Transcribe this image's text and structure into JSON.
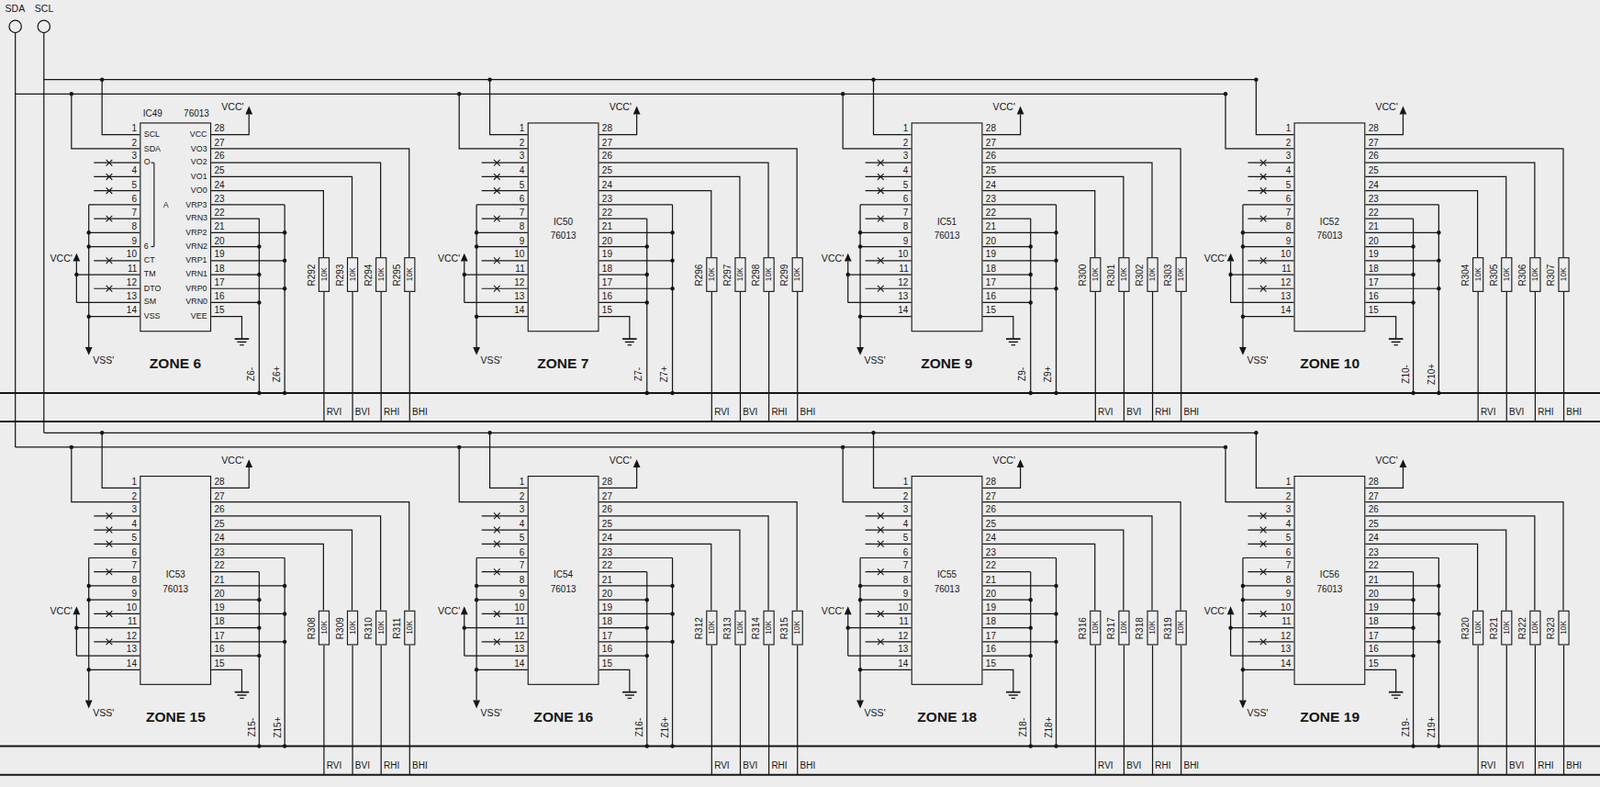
{
  "diagram": {
    "nodes": [
      {
        "text": [
          "IC49",
          "76013",
          "SCL",
          "SDA",
          "O",
          "A",
          "6",
          "CT",
          "TM",
          "DTO",
          "SM",
          "VSS",
          "VCC",
          "VO3",
          "VO2",
          "VO1",
          "VO0",
          "VRP3",
          "VRN3",
          "VRP2",
          "VRN2",
          "VRP1",
          "VRN1",
          "VRP0",
          "VRN0",
          "VEE"
        ]
      },
      {
        "text": [
          "R292",
          "10K"
        ]
      },
      {
        "text": [
          "R293",
          "10K"
        ]
      },
      {
        "text": [
          "R294",
          "10K"
        ]
      },
      {
        "text": [
          "R295",
          "10K"
        ]
      },
      {
        "text": [
          "IC50",
          "76013"
        ]
      },
      {
        "text": [
          "R296",
          "10K"
        ]
      },
      {
        "text": [
          "R297",
          "10K"
        ]
      },
      {
        "text": [
          "R298",
          "10K"
        ]
      },
      {
        "text": [
          "R299",
          "10K"
        ]
      },
      {
        "text": [
          "IC51",
          "76013"
        ]
      },
      {
        "text": [
          "R300",
          "10K"
        ]
      },
      {
        "text": [
          "R301",
          "10K"
        ]
      },
      {
        "text": [
          "R302",
          "10K"
        ]
      },
      {
        "text": [
          "R303",
          "10K"
        ]
      },
      {
        "text": [
          "IC52",
          "76013"
        ]
      },
      {
        "text": [
          "R304",
          "10K"
        ]
      },
      {
        "text": [
          "R305",
          "10K"
        ]
      },
      {
        "text": [
          "R306",
          "10K"
        ]
      },
      {
        "text": [
          "R307",
          "10K"
        ]
      },
      {
        "text": [
          "IC53",
          "76013"
        ]
      },
      {
        "text": [
          "R308",
          "10K"
        ]
      },
      {
        "text": [
          "R309",
          "10K"
        ]
      },
      {
        "text": [
          "R310",
          "10K"
        ]
      },
      {
        "text": [
          "R311",
          "10K"
        ]
      },
      {
        "text": [
          "IC54",
          "76013"
        ]
      },
      {
        "text": [
          "R312",
          "10K"
        ]
      },
      {
        "text": [
          "R313",
          "10K"
        ]
      },
      {
        "text": [
          "R314",
          "10K"
        ]
      },
      {
        "text": [
          "R315",
          "10K"
        ]
      },
      {
        "text": [
          "IC55",
          "76013"
        ]
      },
      {
        "text": [
          "R316",
          "10K"
        ]
      },
      {
        "text": [
          "R317",
          "10K"
        ]
      },
      {
        "text": [
          "R318",
          "10K"
        ]
      },
      {
        "text": [
          "R319",
          "10K"
        ]
      },
      {
        "text": [
          "IC56",
          "76013"
        ]
      },
      {
        "text": [
          "R320",
          "10K"
        ]
      },
      {
        "text": [
          "R321",
          "10K"
        ]
      },
      {
        "text": [
          "R322",
          "10K"
        ]
      },
      {
        "text": [
          "R323",
          "10K"
        ]
      }
    ],
    "edges": [
      {
        "from": 0,
        "to": 1,
        "arrow": "none"
      },
      {
        "from": 0,
        "to": 2,
        "arrow": "none"
      },
      {
        "from": 0,
        "to": 3,
        "arrow": "none"
      },
      {
        "from": 0,
        "to": 4,
        "arrow": "none"
      },
      {
        "from": 5,
        "to": 6,
        "arrow": "none"
      },
      {
        "from": 5,
        "to": 7,
        "arrow": "none"
      },
      {
        "from": 5,
        "to": 8,
        "arrow": "none"
      },
      {
        "from": 5,
        "to": 9,
        "arrow": "none"
      },
      {
        "from": 10,
        "to": 11,
        "arrow": "none"
      },
      {
        "from": 10,
        "to": 12,
        "arrow": "none"
      },
      {
        "from": 10,
        "to": 13,
        "arrow": "none"
      },
      {
        "from": 10,
        "to": 14,
        "arrow": "none"
      },
      {
        "from": 15,
        "to": 16,
        "arrow": "none"
      },
      {
        "from": 15,
        "to": 17,
        "arrow": "none"
      },
      {
        "from": 15,
        "to": 18,
        "arrow": "none"
      },
      {
        "from": 15,
        "to": 19,
        "arrow": "none"
      },
      {
        "from": 20,
        "to": 21,
        "arrow": "none"
      },
      {
        "from": 20,
        "to": 22,
        "arrow": "none"
      },
      {
        "from": 20,
        "to": 23,
        "arrow": "none"
      },
      {
        "from": 20,
        "to": 24,
        "arrow": "none"
      },
      {
        "from": 25,
        "to": 26,
        "arrow": "none"
      },
      {
        "from": 25,
        "to": 27,
        "arrow": "none"
      },
      {
        "from": 25,
        "to": 28,
        "arrow": "none"
      },
      {
        "from": 25,
        "to": 29,
        "arrow": "none"
      },
      {
        "from": 30,
        "to": 31,
        "arrow": "none"
      },
      {
        "from": 30,
        "to": 32,
        "arrow": "none"
      },
      {
        "from": 30,
        "to": 33,
        "arrow": "none"
      },
      {
        "from": 30,
        "to": 34,
        "arrow": "none"
      },
      {
        "from": 35,
        "to": 36,
        "arrow": "none"
      },
      {
        "from": 35,
        "to": 37,
        "arrow": "none"
      },
      {
        "from": 35,
        "to": 38,
        "arrow": "none"
      },
      {
        "from": 35,
        "to": 39,
        "arrow": "none"
      }
    ],
    "labels": [
      "SDA",
      "SCL",
      "1",
      "2",
      "3",
      "4",
      "5",
      "6",
      "7",
      "8",
      "9",
      "10",
      "11",
      "12",
      "13",
      "14",
      "28",
      "27",
      "26",
      "25",
      "24",
      "23",
      "22",
      "21",
      "20",
      "19",
      "18",
      "17",
      "16",
      "15",
      "VCC'",
      "VCC'",
      "VSS'",
      "ZONE 6",
      "Z6-",
      "Z6+",
      "RVI",
      "BVI",
      "RHI",
      "BHI",
      "1",
      "2",
      "3",
      "4",
      "5",
      "6",
      "7",
      "8",
      "9",
      "10",
      "11",
      "12",
      "13",
      "14",
      "28",
      "27",
      "26",
      "25",
      "24",
      "23",
      "22",
      "21",
      "20",
      "19",
      "18",
      "17",
      "16",
      "15",
      "VCC'",
      "VCC'",
      "VSS'",
      "ZONE 7",
      "Z7-",
      "Z7+",
      "RVI",
      "BVI",
      "RHI",
      "BHI",
      "1",
      "2",
      "3",
      "4",
      "5",
      "6",
      "7",
      "8",
      "9",
      "10",
      "11",
      "12",
      "13",
      "14",
      "28",
      "27",
      "26",
      "25",
      "24",
      "23",
      "22",
      "21",
      "20",
      "19",
      "18",
      "17",
      "16",
      "15",
      "VCC'",
      "VCC'",
      "VSS'",
      "ZONE 9",
      "Z9-",
      "Z9+",
      "RVI",
      "BVI",
      "RHI",
      "BHI",
      "1",
      "2",
      "3",
      "4",
      "5",
      "6",
      "7",
      "8",
      "9",
      "10",
      "11",
      "12",
      "13",
      "14",
      "28",
      "27",
      "26",
      "25",
      "24",
      "23",
      "22",
      "21",
      "20",
      "19",
      "18",
      "17",
      "16",
      "15",
      "VCC'",
      "VCC'",
      "VSS'",
      "ZONE 10",
      "Z10-",
      "Z10+",
      "RVI",
      "BVI",
      "RHI",
      "BHI",
      "1",
      "2",
      "3",
      "4",
      "5",
      "6",
      "7",
      "8",
      "9",
      "10",
      "11",
      "12",
      "13",
      "14",
      "28",
      "27",
      "26",
      "25",
      "24",
      "23",
      "22",
      "21",
      "20",
      "19",
      "18",
      "17",
      "16",
      "15",
      "VCC'",
      "VCC'",
      "VSS'",
      "ZONE 15",
      "Z15-",
      "Z15+",
      "RVI",
      "BVI",
      "RHI",
      "BHI",
      "1",
      "2",
      "3",
      "4",
      "5",
      "6",
      "7",
      "8",
      "9",
      "10",
      "11",
      "12",
      "13",
      "14",
      "28",
      "27",
      "26",
      "25",
      "24",
      "23",
      "22",
      "21",
      "20",
      "19",
      "18",
      "17",
      "16",
      "15",
      "VCC'",
      "VCC'",
      "VSS'",
      "ZONE 16",
      "Z16-",
      "Z16+",
      "RVI",
      "BVI",
      "RHI",
      "BHI",
      "1",
      "2",
      "3",
      "4",
      "5",
      "6",
      "7",
      "8",
      "9",
      "10",
      "11",
      "12",
      "13",
      "14",
      "28",
      "27",
      "26",
      "25",
      "24",
      "23",
      "22",
      "21",
      "20",
      "19",
      "18",
      "17",
      "16",
      "15",
      "VCC'",
      "VCC'",
      "VSS'",
      "ZONE 18",
      "Z18-",
      "Z18+",
      "RVI",
      "BVI",
      "RHI",
      "BHI",
      "1",
      "2",
      "3",
      "4",
      "5",
      "6",
      "7",
      "8",
      "9",
      "10",
      "11",
      "12",
      "13",
      "14",
      "28",
      "27",
      "26",
      "25",
      "24",
      "23",
      "22",
      "21",
      "20",
      "19",
      "18",
      "17",
      "16",
      "15",
      "VCC'",
      "VCC'",
      "VSS'",
      "ZONE 19",
      "Z19-",
      "Z19+",
      "RVI",
      "BVI",
      "RHI",
      "BHI"
    ]
  }
}
